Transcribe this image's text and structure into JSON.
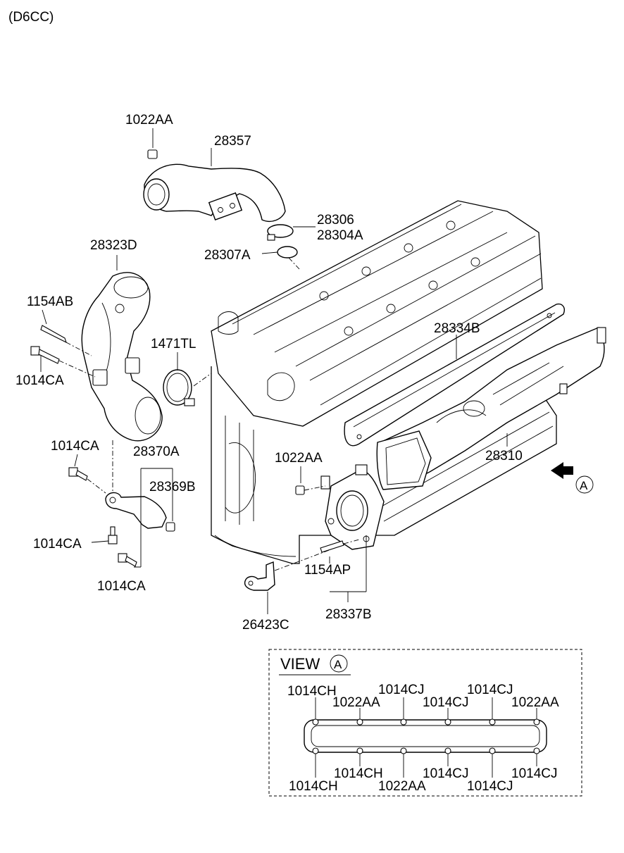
{
  "header": {
    "model": "(D6CC)"
  },
  "callouts": {
    "c1022AA_top": "1022AA",
    "c28357": "28357",
    "c28306": "28306",
    "c28304A": "28304A",
    "c28307A": "28307A",
    "c28323D": "28323D",
    "c1154AB": "1154AB",
    "c1014CA_1": "1014CA",
    "c1471TL": "1471TL",
    "c28334B": "28334B",
    "c1014CA_2": "1014CA",
    "c28370A": "28370A",
    "c28369B": "28369B",
    "c1022AA_mid": "1022AA",
    "c28310": "28310",
    "c1014CA_3": "1014CA",
    "c1014CA_4": "1014CA",
    "c1154AP": "1154AP",
    "c28337B": "28337B",
    "c26423C": "26423C",
    "viewA_letter": "A"
  },
  "view_a": {
    "title": "VIEW",
    "letter": "A",
    "top_row_1": [
      "1014CH",
      "1014CJ",
      "1014CJ"
    ],
    "top_row_2": [
      "1022AA",
      "1014CJ",
      "1022AA"
    ],
    "bottom_row_1": [
      "1014CH",
      "1014CJ",
      "1014CJ"
    ],
    "bottom_row_2": [
      "1014CH",
      "1022AA",
      "1014CJ"
    ]
  }
}
